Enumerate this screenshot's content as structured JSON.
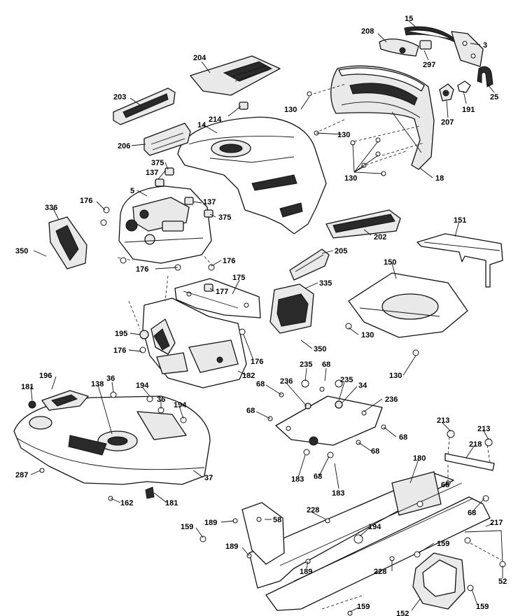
{
  "diagram": {
    "callouts": [
      {
        "text": "15"
      },
      {
        "text": "208"
      },
      {
        "text": "3"
      },
      {
        "text": "297"
      },
      {
        "text": "25"
      },
      {
        "text": "204"
      },
      {
        "text": "203"
      },
      {
        "text": "214"
      },
      {
        "text": "130"
      },
      {
        "text": "191"
      },
      {
        "text": "207"
      },
      {
        "text": "14"
      },
      {
        "text": "130"
      },
      {
        "text": "206"
      },
      {
        "text": "375"
      },
      {
        "text": "137"
      },
      {
        "text": "130"
      },
      {
        "text": "18"
      },
      {
        "text": "5"
      },
      {
        "text": "176"
      },
      {
        "text": "137"
      },
      {
        "text": "336"
      },
      {
        "text": "375"
      },
      {
        "text": "151"
      },
      {
        "text": "202"
      },
      {
        "text": "350"
      },
      {
        "text": "205"
      },
      {
        "text": "176"
      },
      {
        "text": "176"
      },
      {
        "text": "150"
      },
      {
        "text": "175"
      },
      {
        "text": "177"
      },
      {
        "text": "335"
      },
      {
        "text": "130"
      },
      {
        "text": "195"
      },
      {
        "text": "350"
      },
      {
        "text": "176"
      },
      {
        "text": "176"
      },
      {
        "text": "130"
      },
      {
        "text": "196"
      },
      {
        "text": "235"
      },
      {
        "text": "68"
      },
      {
        "text": "182"
      },
      {
        "text": "36"
      },
      {
        "text": "181"
      },
      {
        "text": "138"
      },
      {
        "text": "194"
      },
      {
        "text": "68"
      },
      {
        "text": "236"
      },
      {
        "text": "235"
      },
      {
        "text": "34"
      },
      {
        "text": "36"
      },
      {
        "text": "194"
      },
      {
        "text": "236"
      },
      {
        "text": "68"
      },
      {
        "text": "213"
      },
      {
        "text": "213"
      },
      {
        "text": "68"
      },
      {
        "text": "218"
      },
      {
        "text": "68"
      },
      {
        "text": "180"
      },
      {
        "text": "287"
      },
      {
        "text": "183"
      },
      {
        "text": "68"
      },
      {
        "text": "37"
      },
      {
        "text": "68"
      },
      {
        "text": "162"
      },
      {
        "text": "181"
      },
      {
        "text": "183"
      },
      {
        "text": "68"
      },
      {
        "text": "228"
      },
      {
        "text": "217"
      },
      {
        "text": "159"
      },
      {
        "text": "189"
      },
      {
        "text": "58"
      },
      {
        "text": "194"
      },
      {
        "text": "189"
      },
      {
        "text": "159"
      },
      {
        "text": "189"
      },
      {
        "text": "228"
      },
      {
        "text": "52"
      },
      {
        "text": "159"
      },
      {
        "text": "152"
      },
      {
        "text": "159"
      }
    ]
  }
}
